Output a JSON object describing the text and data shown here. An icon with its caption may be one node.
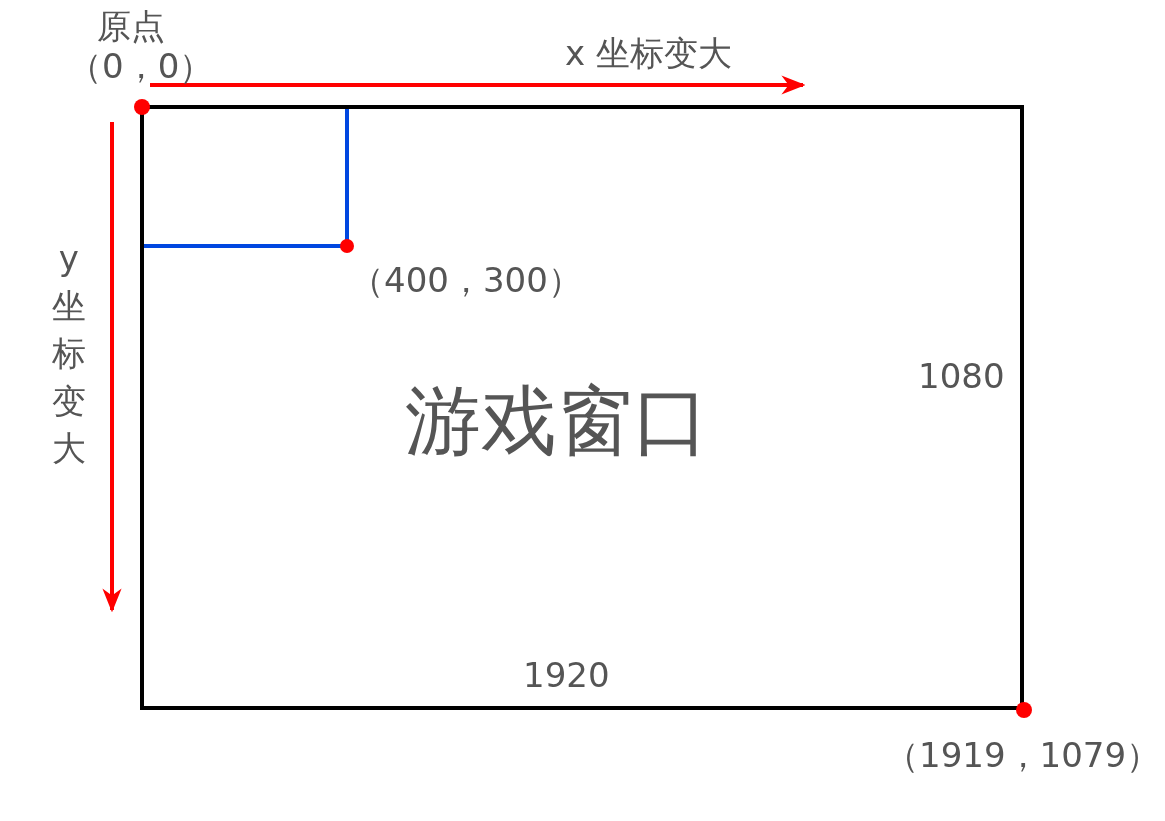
{
  "diagram": {
    "nodes": [
      {
        "text": [
          "游戏窗口"
        ]
      }
    ],
    "labels": [
      "原点",
      "（0，0）",
      "x 坐标变大",
      "y 坐标变大",
      "（400，300）",
      "1080",
      "1920",
      "（1919，1079）"
    ]
  }
}
